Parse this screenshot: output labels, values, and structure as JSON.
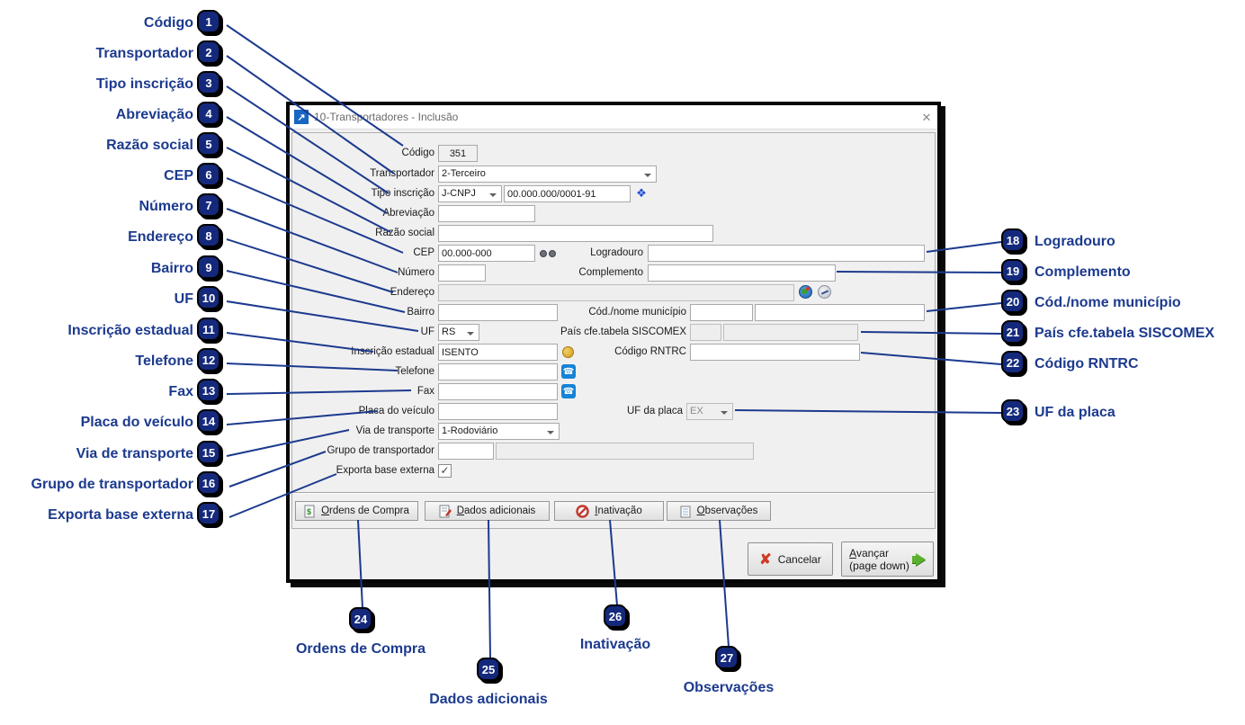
{
  "window": {
    "title": "10-Transportadores - Inclusão"
  },
  "icons": {
    "window_glyph": "↗",
    "close": "✕",
    "check": "✓",
    "phone": "☎",
    "receita": "❖",
    "cancel_x": "✘",
    "money": "$"
  },
  "form": {
    "codigo": {
      "label": "Código",
      "value": "351"
    },
    "transportador": {
      "label": "Transportador",
      "value": "2-Terceiro"
    },
    "tipo_inscricao": {
      "label": "Tipo inscrição",
      "value": "J-CNPJ",
      "numero": "00.000.000/0001-91"
    },
    "abreviacao": {
      "label": "Abreviação",
      "value": ""
    },
    "razao_social": {
      "label": "Razão social",
      "value": ""
    },
    "cep": {
      "label": "CEP",
      "value": "00.000-000"
    },
    "logradouro": {
      "label": "Logradouro",
      "value": ""
    },
    "numero": {
      "label": "Número",
      "value": ""
    },
    "complemento": {
      "label": "Complemento",
      "value": ""
    },
    "endereco": {
      "label": "Endereço",
      "value": ""
    },
    "bairro": {
      "label": "Bairro",
      "value": ""
    },
    "municipio": {
      "label": "Cód./nome município",
      "codigo": "",
      "nome": ""
    },
    "uf": {
      "label": "UF",
      "value": "RS"
    },
    "pais_siscomex": {
      "label": "País cfe.tabela SISCOMEX",
      "codigo": "",
      "nome": ""
    },
    "inscricao_estadual": {
      "label": "Inscrição estadual",
      "value": "ISENTO"
    },
    "codigo_rntrc": {
      "label": "Código RNTRC",
      "value": ""
    },
    "telefone": {
      "label": "Telefone",
      "value": ""
    },
    "fax": {
      "label": "Fax",
      "value": ""
    },
    "placa": {
      "label": "Placa do veículo",
      "value": ""
    },
    "uf_placa": {
      "label": "UF da placa",
      "value": "EX"
    },
    "via_transporte": {
      "label": "Via de transporte",
      "value": "1-Rodoviário"
    },
    "grupo_transportador": {
      "label": "Grupo de transportador",
      "codigo": "",
      "nome": ""
    },
    "exporta_base_externa": {
      "label": "Exporta base externa",
      "checked": true
    }
  },
  "buttons": {
    "ordens": "Ordens de Compra",
    "dados": "Dados adicionais",
    "inativacao": "Inativação",
    "observacoes": "Observações",
    "cancelar": "Cancelar",
    "avancar_line1": "Avançar",
    "avancar_line2": "(page down)"
  },
  "colors": {
    "callout_navy": "#1c3a8e",
    "badge_fill": "#14297c",
    "dialog_bg": "#f0f0f0"
  },
  "callouts": {
    "left": [
      {
        "n": "1",
        "label": "Código"
      },
      {
        "n": "2",
        "label": "Transportador"
      },
      {
        "n": "3",
        "label": "Tipo inscrição"
      },
      {
        "n": "4",
        "label": "Abreviação"
      },
      {
        "n": "5",
        "label": "Razão social"
      },
      {
        "n": "6",
        "label": "CEP"
      },
      {
        "n": "7",
        "label": "Número"
      },
      {
        "n": "8",
        "label": "Endereço"
      },
      {
        "n": "9",
        "label": "Bairro"
      },
      {
        "n": "10",
        "label": "UF"
      },
      {
        "n": "11",
        "label": "Inscrição estadual"
      },
      {
        "n": "12",
        "label": "Telefone"
      },
      {
        "n": "13",
        "label": "Fax"
      },
      {
        "n": "14",
        "label": "Placa do veículo"
      },
      {
        "n": "15",
        "label": "Via de transporte"
      },
      {
        "n": "16",
        "label": "Grupo de transportador"
      },
      {
        "n": "17",
        "label": "Exporta base externa"
      }
    ],
    "right": [
      {
        "n": "18",
        "label": "Logradouro"
      },
      {
        "n": "19",
        "label": "Complemento"
      },
      {
        "n": "20",
        "label": "Cód./nome município"
      },
      {
        "n": "21",
        "label": "País cfe.tabela SISCOMEX"
      },
      {
        "n": "22",
        "label": "Código RNTRC"
      },
      {
        "n": "23",
        "label": "UF da placa"
      }
    ],
    "bottom": [
      {
        "n": "24",
        "label": "Ordens de Compra"
      },
      {
        "n": "25",
        "label": "Dados adicionais"
      },
      {
        "n": "26",
        "label": "Inativação"
      },
      {
        "n": "27",
        "label": "Observações"
      }
    ]
  }
}
